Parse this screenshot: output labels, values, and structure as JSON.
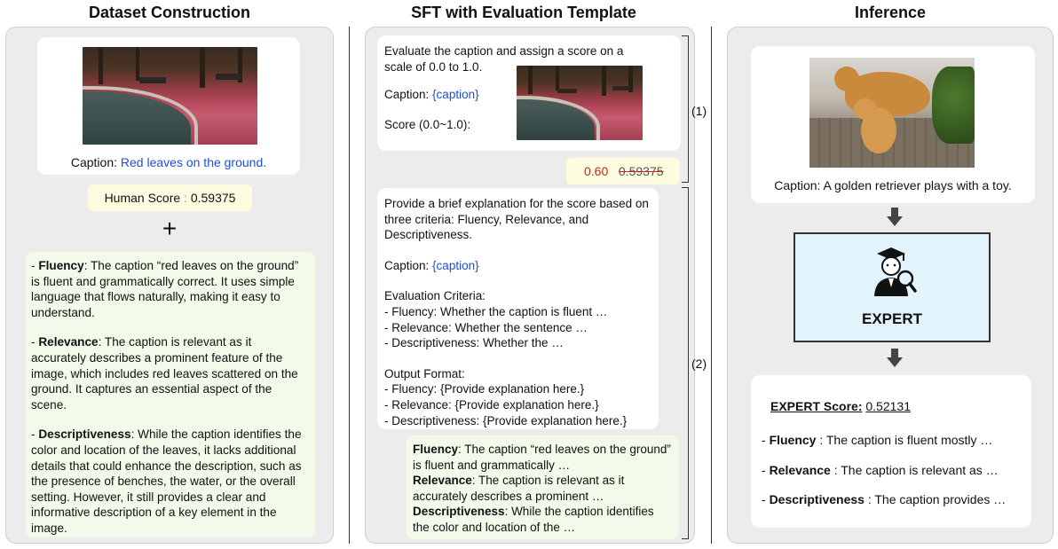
{
  "titles": {
    "col1": "Dataset Construction",
    "col2": "SFT with Evaluation Template",
    "col3": "Inference"
  },
  "dataset": {
    "caption_prefix": "Caption",
    "caption_sep": ": ",
    "caption_value": "Red leaves on the ground.",
    "human_score_label": "Human Score",
    "human_score_sep": " : ",
    "human_score_value": "0.59375",
    "plus": "+",
    "explanations": [
      {
        "label": "Fluency",
        "text": ": The caption “red leaves on the ground” is fluent and grammatically correct. It uses simple language that flows naturally, making it easy to understand."
      },
      {
        "label": "Relevance",
        "text": ": The caption is relevant as it accurately describes a prominent feature of the image, which includes red leaves scattered on the ground. It captures an essential aspect of the scene."
      },
      {
        "label": "Descriptiveness",
        "text": ": While the caption identifies the color and location of the leaves, it lacks additional details that could enhance the description, such as the presence of benches, the water, or the overall setting. However, it still provides a clear and informative description of a key element in the image."
      }
    ],
    "dash": "- "
  },
  "sft": {
    "prompt1_line1": "Evaluate the caption and assign a score on a scale of 0.0 to 1.0.",
    "caption_label": "Caption: ",
    "caption_placeholder": "{caption}",
    "score_label": "Score (0.0~1.0):",
    "score_pred": "0.60",
    "score_true": "0.59375",
    "bracket1": "(1)",
    "bracket2": "(2)",
    "prompt2_line1": "Provide a brief explanation for the score based on three criteria: Fluency, Relevance, and Descriptiveness.",
    "criteria_title": "Evaluation Criteria:",
    "criteria": [
      "- Fluency: Whether the caption is fluent …",
      "- Relevance: Whether the sentence …",
      "- Descriptiveness: Whether the …"
    ],
    "output_title": "Output Format:",
    "outputs": [
      "- Fluency: {Provide explanation here.}",
      "- Relevance: {Provide explanation here.}",
      "- Descriptiveness: {Provide explanation here.}"
    ],
    "answer": [
      {
        "label": "Fluency",
        "text": ": The caption “red leaves on the ground” is fluent and grammatically …"
      },
      {
        "label": "Relevance",
        "text": ": The caption is relevant as it accurately describes a prominent …"
      },
      {
        "label": "Descriptiveness",
        "text": ": While the caption identifies the color and location of the …"
      }
    ]
  },
  "inference": {
    "caption": "Caption: A golden retriever plays with a toy.",
    "expert_label": "EXPERT",
    "score_label": "EXPERT Score:",
    "score_value": "0.52131",
    "results": [
      {
        "label": "Fluency",
        "text": " : The caption is fluent mostly …"
      },
      {
        "label": "Relevance",
        "text": " : The caption is relevant as …"
      },
      {
        "label": "Descriptiveness",
        "text": " : The caption provides …"
      }
    ]
  }
}
